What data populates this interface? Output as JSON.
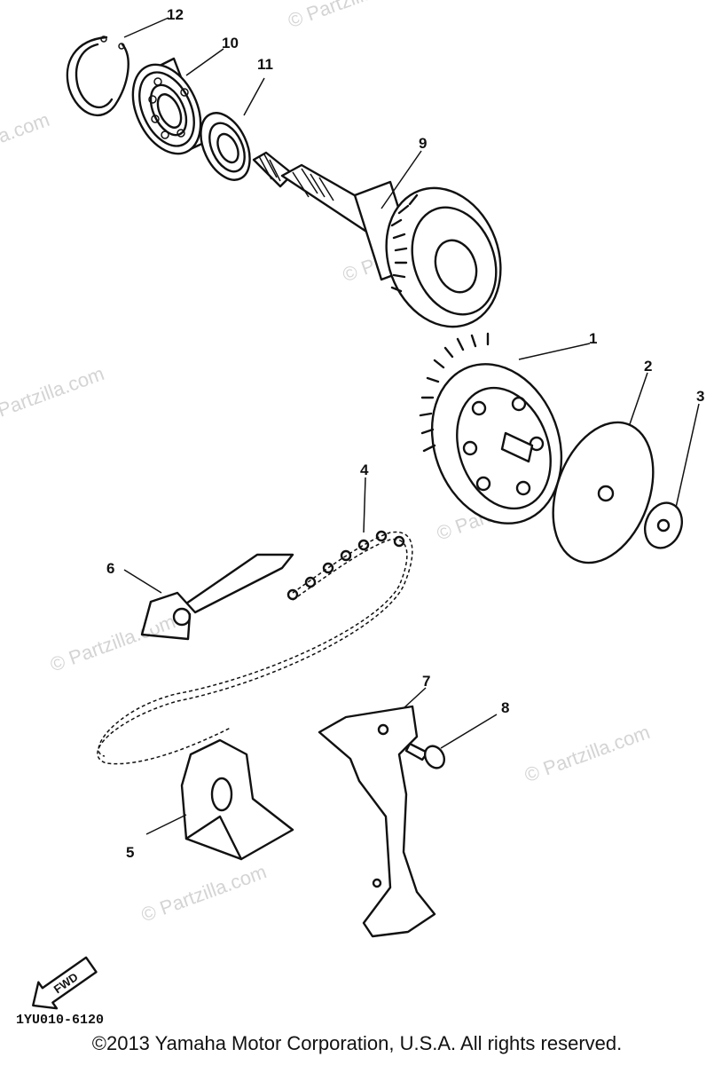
{
  "diagram": {
    "watermark": "© Partzilla.com",
    "callouts": {
      "c1": "1",
      "c2": "2",
      "c3": "3",
      "c4": "4",
      "c5": "5",
      "c6": "6",
      "c7": "7",
      "c8": "8",
      "c9": "9",
      "c10": "10",
      "c11": "11",
      "c12": "12"
    },
    "parts": [
      "circlip",
      "bearing",
      "oil-seal",
      "shaft-with-gear",
      "gear-hub",
      "washer-plate",
      "small-washer",
      "chain",
      "chain-guide-upper",
      "chain-guide-lower",
      "bracket",
      "bolt"
    ],
    "fwd_label": "FWD",
    "drawing_code": "1YU010-6120"
  },
  "footer": {
    "copyright": "©2013  Yamaha Motor Corporation, U.S.A. All rights reserved."
  }
}
